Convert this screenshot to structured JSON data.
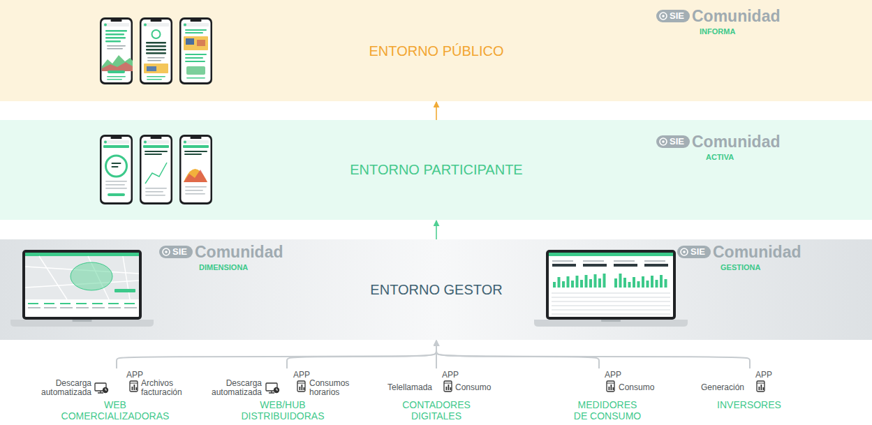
{
  "diagram": {
    "nodes": [
      {
        "text": [
          "ENTORNO PÚBLICO"
        ]
      },
      {
        "text": [
          "ENTORNO PARTICIPANTE"
        ]
      },
      {
        "text": [
          "ENTORNO GESTOR"
        ]
      },
      {
        "text": [
          "Descarga automatizada",
          "APP",
          "Archivos facturación",
          "WEB COMERCIALIZADORAS"
        ]
      },
      {
        "text": [
          "Descarga automatizada",
          "APP",
          "Consumos horarios",
          "WEB/HUB DISTRIBUIDORAS"
        ]
      },
      {
        "text": [
          "Telellamada",
          "APP",
          "Consumo",
          "CONTADORES DIGITALES"
        ]
      },
      {
        "text": [
          "APP",
          "Consumo",
          "MEDIDORES DE CONSUMO"
        ]
      },
      {
        "text": [
          "Generación",
          "APP",
          "INVERSORES"
        ]
      }
    ],
    "edges": [
      {
        "from": 3,
        "to": 2,
        "arrow": "to"
      },
      {
        "from": 4,
        "to": 2,
        "arrow": "to"
      },
      {
        "from": 5,
        "to": 2,
        "arrow": "to"
      },
      {
        "from": 6,
        "to": 2,
        "arrow": "to"
      },
      {
        "from": 7,
        "to": 2,
        "arrow": "to"
      },
      {
        "from": 2,
        "to": 1,
        "arrow": "to"
      },
      {
        "from": 1,
        "to": 0,
        "arrow": "to"
      }
    ],
    "labels": [
      "SIE",
      "Comunidad",
      "INFORMA",
      "SIE",
      "Comunidad",
      "ACTIVA",
      "SIE",
      "Comunidad",
      "DIMENSIONA",
      "SIE",
      "Comunidad",
      "GESTIONA"
    ]
  }
}
